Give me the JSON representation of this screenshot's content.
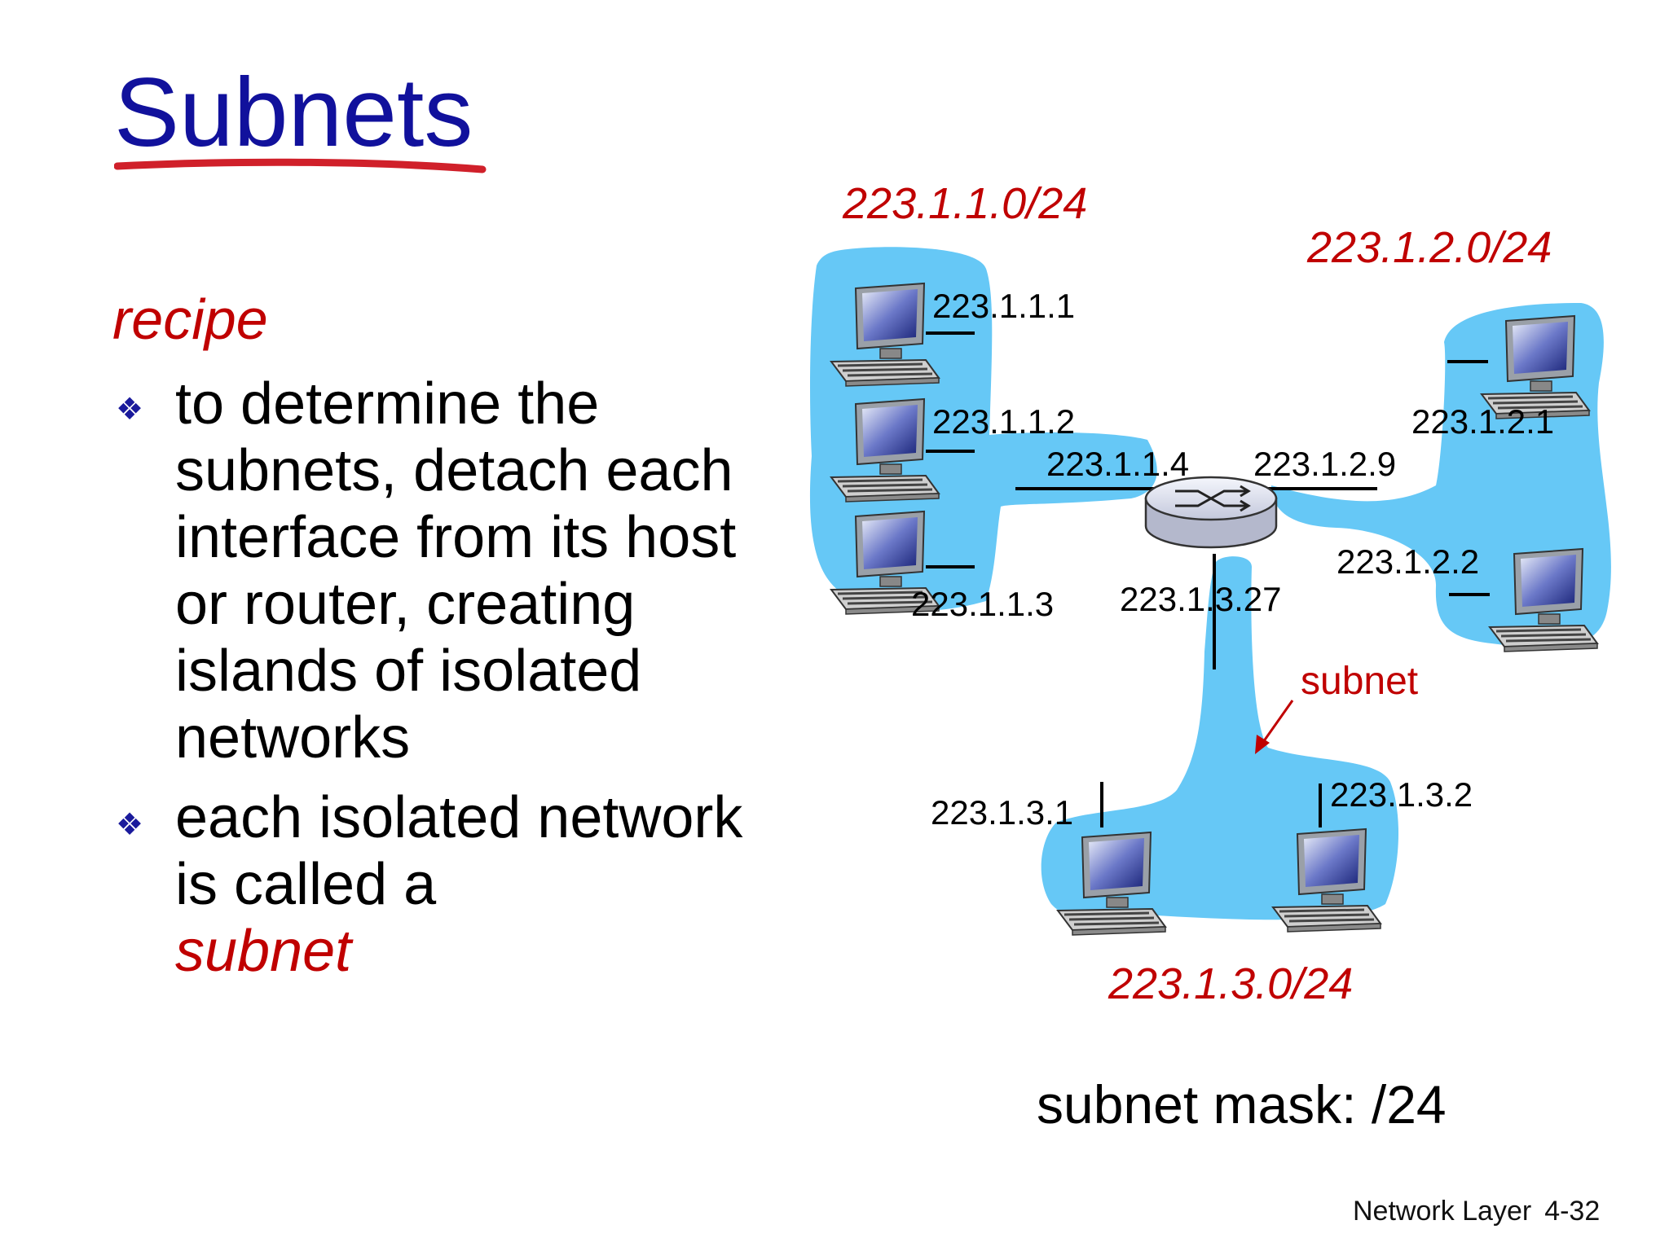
{
  "slide": {
    "title": "Subnets",
    "recipe_heading": "recipe",
    "bullets": [
      {
        "text": "to determine the subnets, detach each interface from its host or router, creating islands of isolated networks"
      },
      {
        "text_prefix": "each isolated network is called a",
        "text_emph": "subnet"
      }
    ],
    "mask_label": "subnet mask: /24",
    "footer_label": "Network Layer",
    "footer_page": "4-32"
  },
  "diagram": {
    "subnet_labels": [
      "223.1.1.0/24",
      "223.1.2.0/24",
      "223.1.3.0/24"
    ],
    "subnet_callout": "subnet",
    "interfaces": {
      "a1": "223.1.1.1",
      "a2": "223.1.1.2",
      "a3": "223.1.1.3",
      "r1": "223.1.1.4",
      "r2": "223.1.2.9",
      "r3": "223.1.3.27",
      "b1": "223.1.2.1",
      "b2": "223.1.2.2",
      "c1": "223.1.3.1",
      "c2": "223.1.3.2"
    },
    "colors": {
      "island": "#66c8f6",
      "subnet_label": "#c00000",
      "title": "#11119c"
    }
  }
}
